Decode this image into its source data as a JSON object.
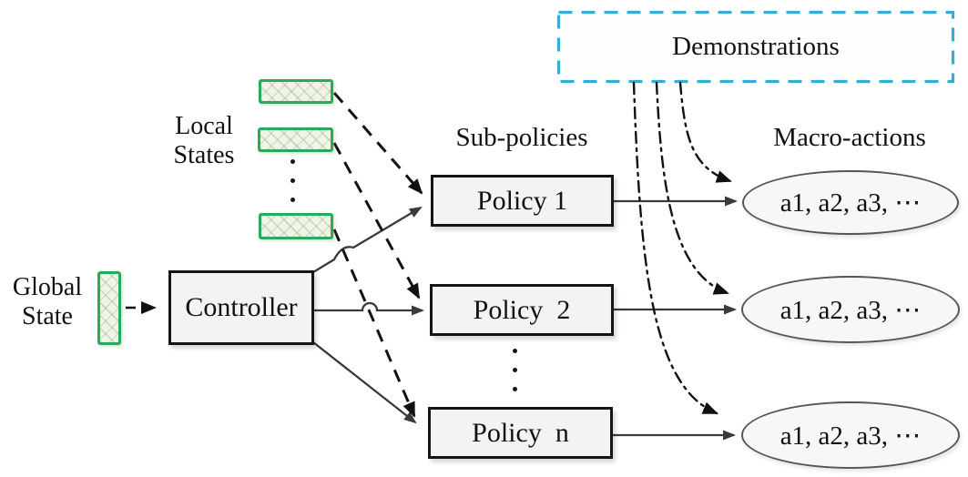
{
  "labels": {
    "local_states": "Local\nStates",
    "global_state": "Global\nState",
    "sub_policies": "Sub-policies",
    "macro_actions": "Macro-actions"
  },
  "demonstrations": {
    "label": "Demonstrations"
  },
  "controller": {
    "label": "Controller"
  },
  "policies": [
    {
      "label": "Policy 1"
    },
    {
      "label": "Policy  2"
    },
    {
      "label": "Policy  n"
    }
  ],
  "macro_actions": [
    {
      "label": "a1, a2, a3, ⋯"
    },
    {
      "label": "a1, a2, a3, ⋯"
    },
    {
      "label": "a1, a2, a3, ⋯"
    }
  ],
  "colors": {
    "demo_border": "#35abd8",
    "state_border": "#29ab5e",
    "state_fill": "#eef5e8",
    "box_border": "#151515",
    "box_fill": "#f3f3f3",
    "ellipse_border": "#555555",
    "ellipse_fill": "#f7f7f7",
    "arrow_solid": "#3a3a3a",
    "arrow_dashed": "#111111"
  }
}
